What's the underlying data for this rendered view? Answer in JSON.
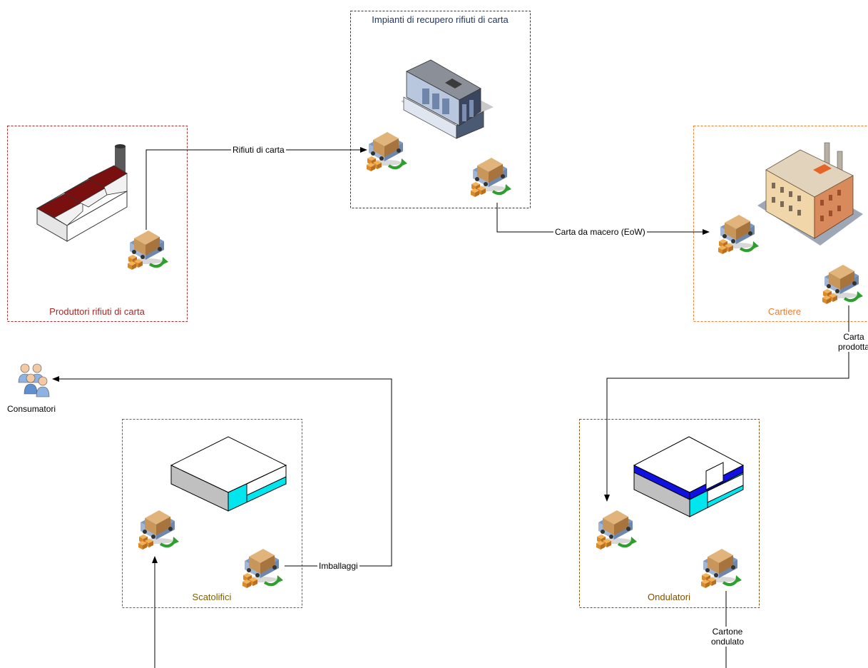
{
  "colors": {
    "producer": "#a52a2a",
    "recovery": "#1f3864",
    "mills": "#ed7d31",
    "boxmakers": "#7f6000",
    "corrugators": "#7f4f00",
    "line": "#000000",
    "truck_box": "#c8955a",
    "truck_body": "#8aa6c8",
    "arrow_green": "#2e9e2e",
    "cyan": "#00e5ee",
    "blue": "#1010e0",
    "roof_red": "#7a0f0f"
  },
  "boxes": {
    "producers": {
      "title": "Produttori rifiuti di carta"
    },
    "recovery": {
      "title": "Impianti di recupero rifiuti di carta"
    },
    "mills": {
      "title": "Cartiere"
    },
    "boxmakers": {
      "title": "Scatolifici"
    },
    "corrugators": {
      "title": "Ondulatori"
    }
  },
  "flows": {
    "waste_paper": "Rifiuti di carta",
    "recovered_paper": "Carta da macero (EoW)",
    "paper_produced": "Carta prodotta",
    "packaging": "Imballaggi",
    "corrugated_board": "Cartone ondulato"
  },
  "consumers": {
    "label": "Consumatori"
  },
  "icons": [
    "factory-icon",
    "warehouse-icon",
    "paper-mill-icon",
    "box-plant-icon",
    "corrugator-plant-icon",
    "delivery-truck-icon",
    "consumers-icon"
  ]
}
